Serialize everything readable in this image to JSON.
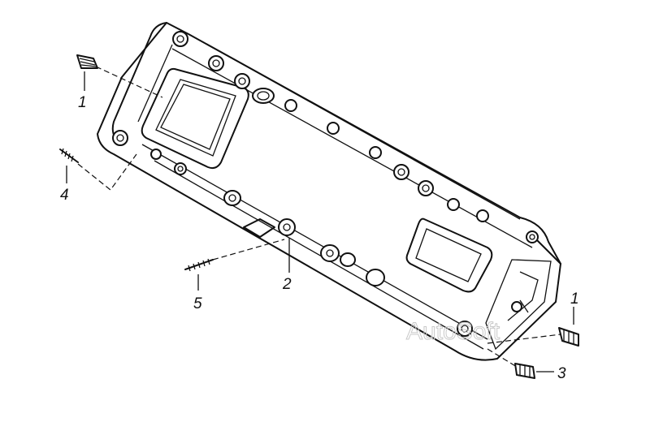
{
  "diagram": {
    "callouts": [
      {
        "id": "c1a",
        "text": "1"
      },
      {
        "id": "c4",
        "text": "4"
      },
      {
        "id": "c5",
        "text": "5"
      },
      {
        "id": "c2",
        "text": "2"
      },
      {
        "id": "c1b",
        "text": "1"
      },
      {
        "id": "c3",
        "text": "3"
      }
    ],
    "watermark": "AutoSoft"
  }
}
